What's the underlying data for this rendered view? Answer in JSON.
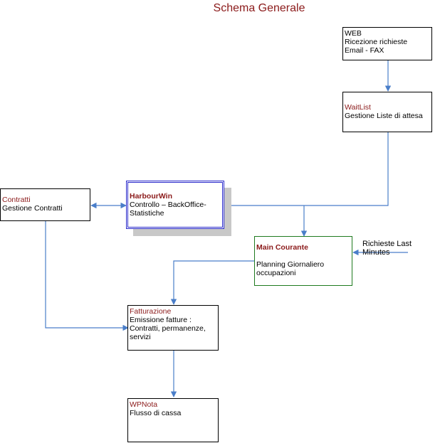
{
  "diagram": {
    "title": "Schema Generale",
    "nodes": {
      "web": {
        "title": "WEB",
        "lines": [
          "Ricezione richieste",
          "Email - FAX"
        ]
      },
      "waitlist": {
        "title": "WaitList",
        "lines": [
          "Gestione Liste di attesa"
        ]
      },
      "contratti": {
        "title": "Contratti",
        "lines": [
          "Gestione Contratti"
        ]
      },
      "harbourwin": {
        "title": "HarbourWin",
        "lines": [
          "Controllo – BackOffice-",
          "Statistiche"
        ]
      },
      "main_courante": {
        "title": "Main Courante",
        "lines": [
          "",
          "Planning Giornaliero",
          "occupazioni"
        ]
      },
      "fatturazione": {
        "title": "Fatturazione",
        "lines": [
          "Emissione fatture :",
          "Contratti, permanenze,",
          "servizi"
        ]
      },
      "wpnota": {
        "title": "WPNota",
        "lines": [
          "Flusso di cassa"
        ]
      }
    },
    "external_input": "Richieste Last Minutes",
    "colors": {
      "title": "#8b1a1a",
      "connector": "#4a7ec9",
      "harbour_border": "#2a2acb",
      "main_border": "#1f7a1f",
      "shadow": "#c8c8c8"
    }
  }
}
